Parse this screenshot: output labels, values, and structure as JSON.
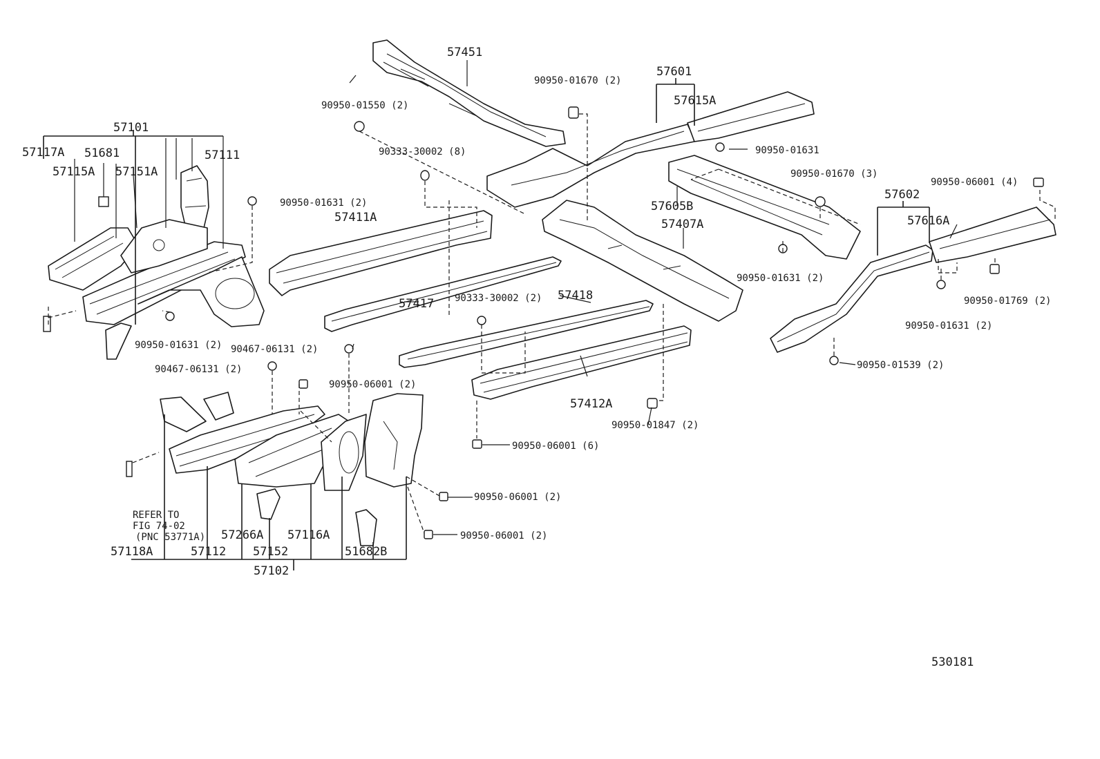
{
  "figure_number": "530181",
  "groups": {
    "g57101": "57101",
    "g57102": "57102",
    "g57601": "57601",
    "g57602": "57602"
  },
  "parts": {
    "p57117A": "57117A",
    "p51681": "51681",
    "p57111": "57111",
    "p57115A": "57115A",
    "p57151A": "57151A",
    "p57451": "57451",
    "p57411A": "57411A",
    "p57417": "57417",
    "p57418": "57418",
    "p57412A": "57412A",
    "p57615A": "57615A",
    "p57605B": "57605B",
    "p57407A": "57407A",
    "p57616A": "57616A",
    "p57118A": "57118A",
    "p57112": "57112",
    "p57266A": "57266A",
    "p57152": "57152",
    "p57116A": "57116A",
    "p51682B": "51682B"
  },
  "fasteners": {
    "f01550": "90950-01550 (2)",
    "f01670_2": "90950-01670 (2)",
    "f30002_8": "90333-30002 (8)",
    "f01631_2a": "90950-01631 (2)",
    "f01631_solo": "90950-01631",
    "f01670_3": "90950-01670 (3)",
    "f06001_4": "90950-06001 (4)",
    "f01631_2b": "90950-01631 (2)",
    "f30002_2": "90333-30002 (2)",
    "f01769": "90950-01769 (2)",
    "f01631_2c": "90950-01631 (2)",
    "f01631_2d": "90950-01631 (2)",
    "f06131_a": "90467-06131 (2)",
    "f06131_b": "90467-06131 (2)",
    "f06001_2a": "90950-06001 (2)",
    "f01539": "90950-01539 (2)",
    "f01847": "90950-01847 (2)",
    "f06001_6": "90950-06001 (6)",
    "f06001_2b": "90950-06001 (2)",
    "f06001_2c": "90950-06001 (2)"
  },
  "reference_note": {
    "line1": "REFER TO",
    "line2": "FIG 74-02",
    "line3": "(PNC 53771A)"
  }
}
